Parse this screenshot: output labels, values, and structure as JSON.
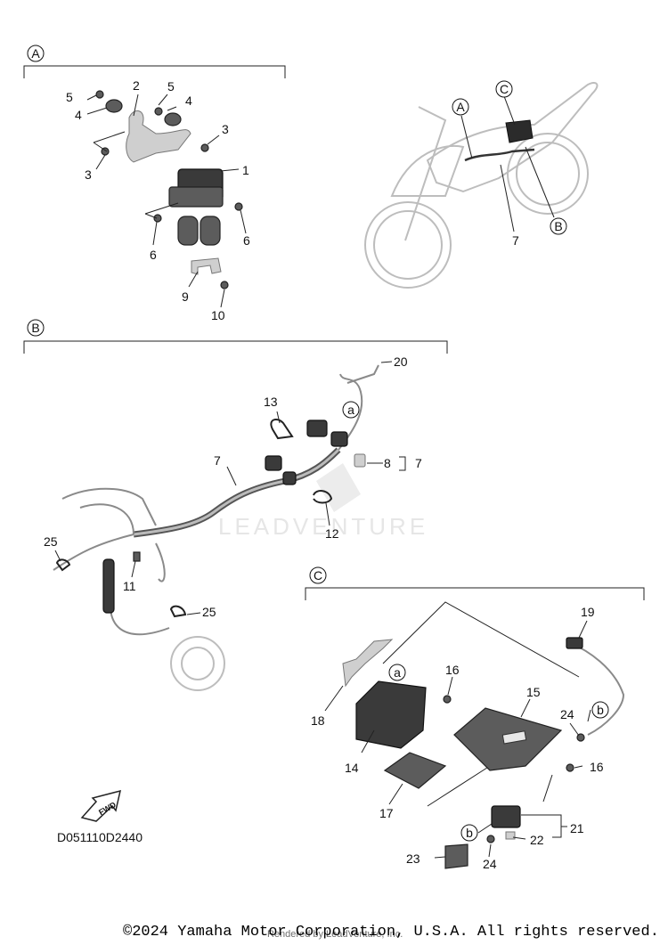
{
  "sections": {
    "A": {
      "title": "A"
    },
    "B": {
      "title": "B"
    },
    "C": {
      "title": "C"
    }
  },
  "callouts": {
    "A_1": "1",
    "A_2": "2",
    "A_3a": "3",
    "A_3b": "3",
    "A_4a": "4",
    "A_4b": "4",
    "A_5a": "5",
    "A_5b": "5",
    "A_6a": "6",
    "A_6b": "6",
    "A_9": "9",
    "A_10": "10",
    "bike_A": "A",
    "bike_B": "B",
    "bike_C": "C",
    "bike_7": "7",
    "B_7": "7",
    "B_8": "8",
    "B_7b": "7",
    "B_11": "11",
    "B_12": "12",
    "B_13": "13",
    "B_20": "20",
    "B_25a": "25",
    "B_25b": "25",
    "B_a": "a",
    "C_14": "14",
    "C_15": "15",
    "C_16a": "16",
    "C_16b": "16",
    "C_17": "17",
    "C_18": "18",
    "C_19": "19",
    "C_21": "21",
    "C_22": "22",
    "C_23": "23",
    "C_24a": "24",
    "C_24b": "24",
    "C_a": "a",
    "C_b1": "b",
    "C_b2": "b"
  },
  "fwd_label": "FWD",
  "diagram_code": "D051110D2440",
  "watermark": "LEADVENTURE",
  "copyright": "©2024 Yamaha Motor Corporation, U.S.A. All rights reserved.",
  "rendered_by": "Rendered by LeadVenture, Inc."
}
